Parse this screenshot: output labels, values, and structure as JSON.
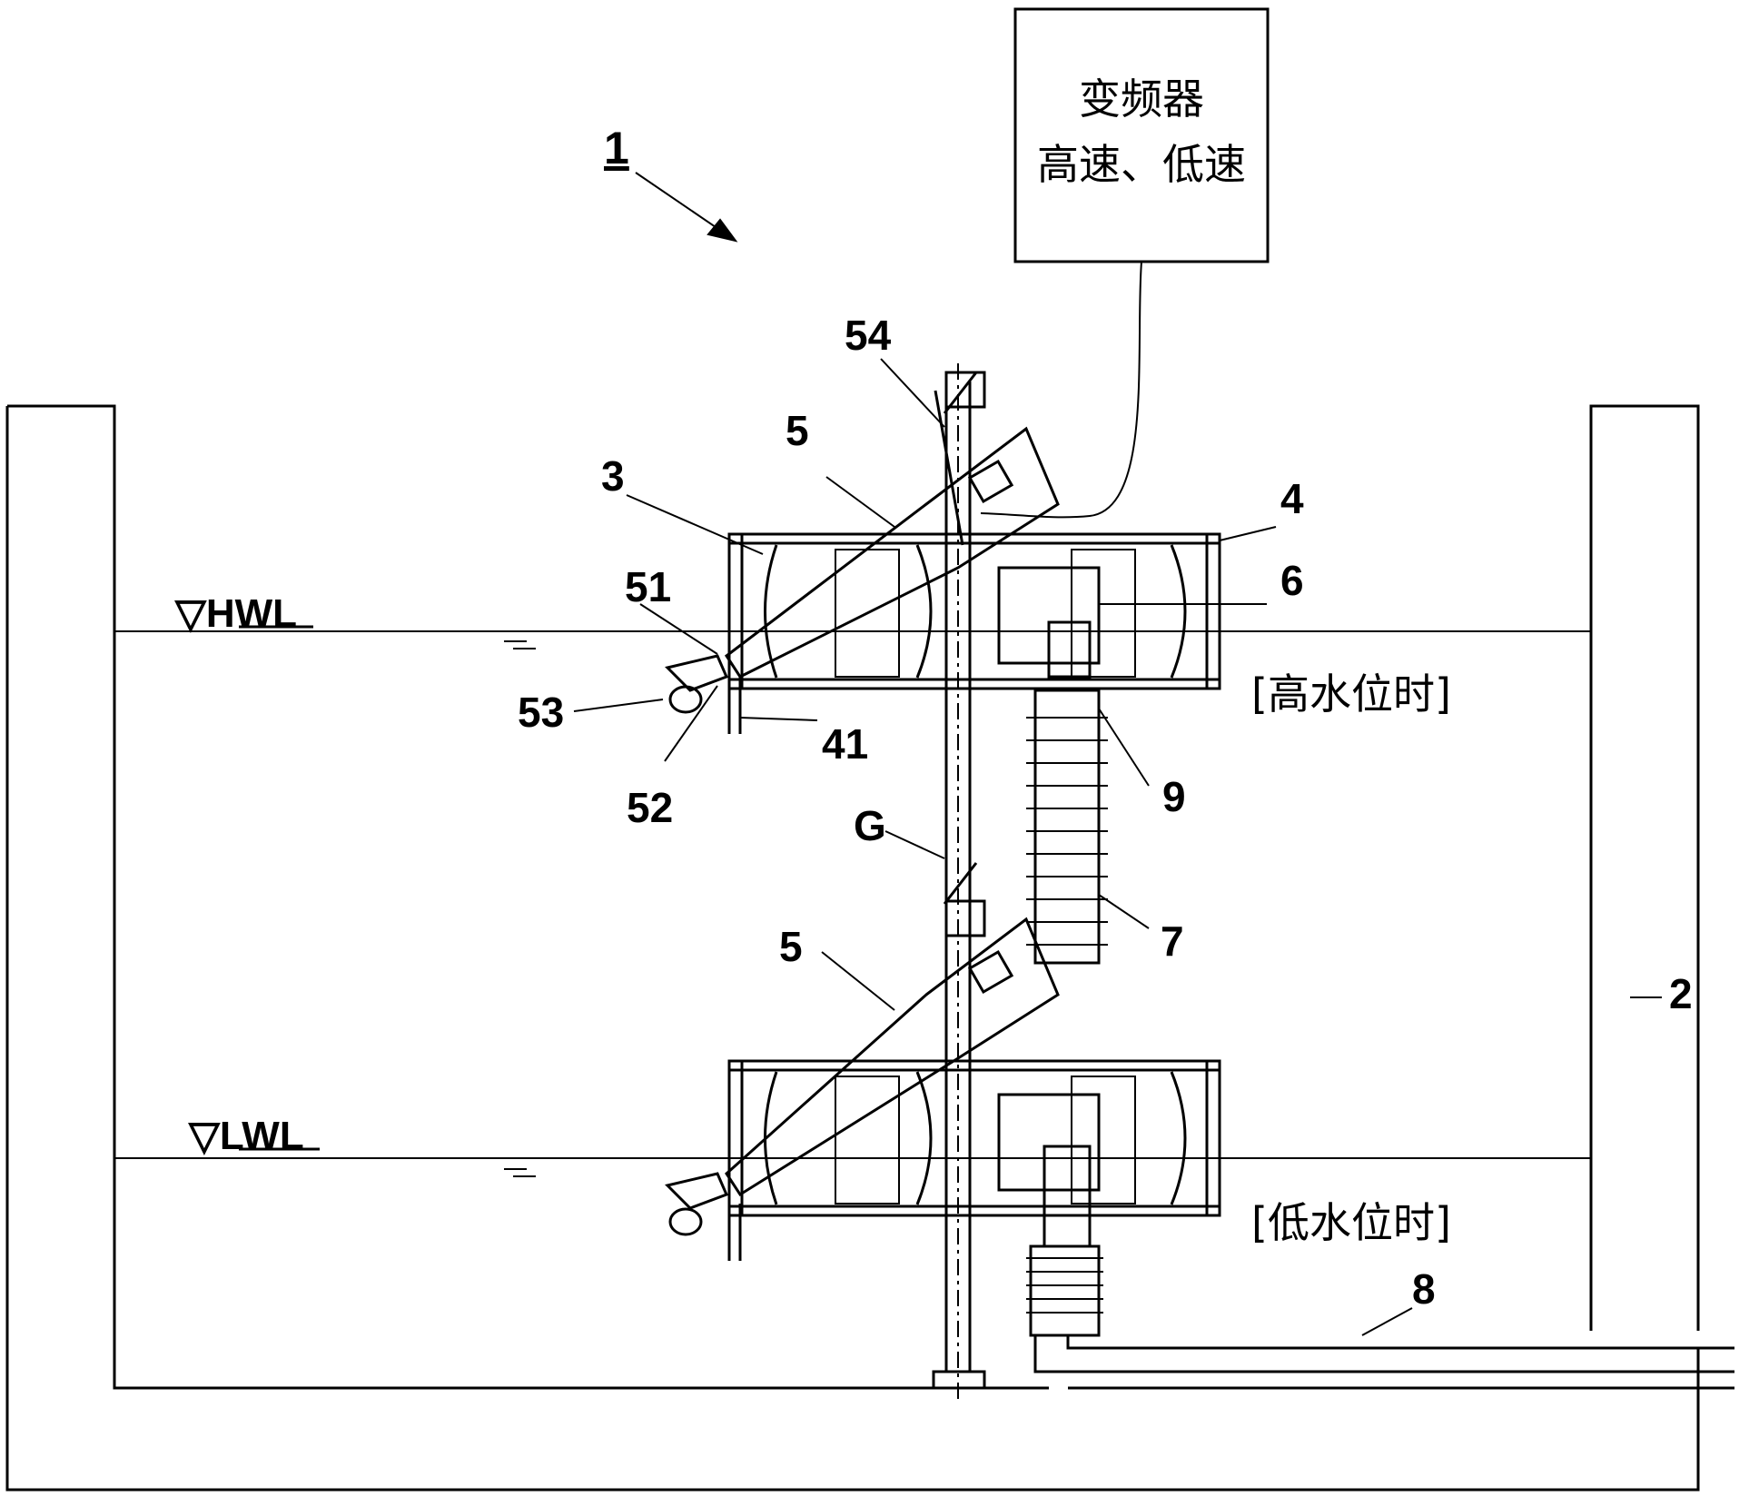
{
  "inverter": {
    "line1": "变频器",
    "line2": "高速、低速"
  },
  "levels": {
    "high": "▽HWL",
    "low": "▽LWL"
  },
  "states": {
    "high": "[高水位时]",
    "low": "[低水位时]"
  },
  "labels": {
    "apparatus": "1",
    "tank": "2",
    "float_left": "3",
    "float_right": "4",
    "arm_upper": "5",
    "arm_lower": "5",
    "motor": "6",
    "bellows": "7",
    "pipe": "8",
    "joint": "9",
    "bracket": "41",
    "arm_tip": "51",
    "pivot": "52",
    "clamp": "53",
    "top_pin": "54",
    "guide": "G"
  }
}
